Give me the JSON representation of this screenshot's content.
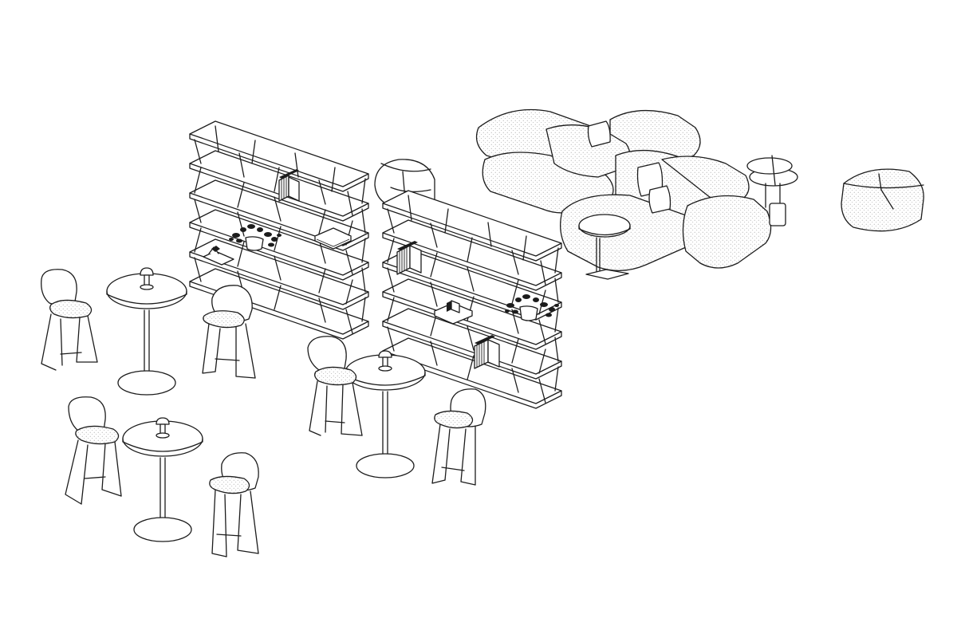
{
  "drawing": {
    "style": "isometric line drawing",
    "background": "#ffffff",
    "line_color": "#1c1c1c",
    "objects": [
      {
        "kind": "bar-stool",
        "count": 6
      },
      {
        "kind": "high-round-table-with-lamp",
        "count": 3
      },
      {
        "kind": "open-shelving-unit",
        "count": 2
      },
      {
        "kind": "modular-sofa",
        "count": 1
      },
      {
        "kind": "round-side-table",
        "count": 2
      },
      {
        "kind": "pouf",
        "count": 2
      },
      {
        "kind": "potted-plant",
        "count": 2
      },
      {
        "kind": "books-and-objects",
        "count": 5
      }
    ]
  }
}
